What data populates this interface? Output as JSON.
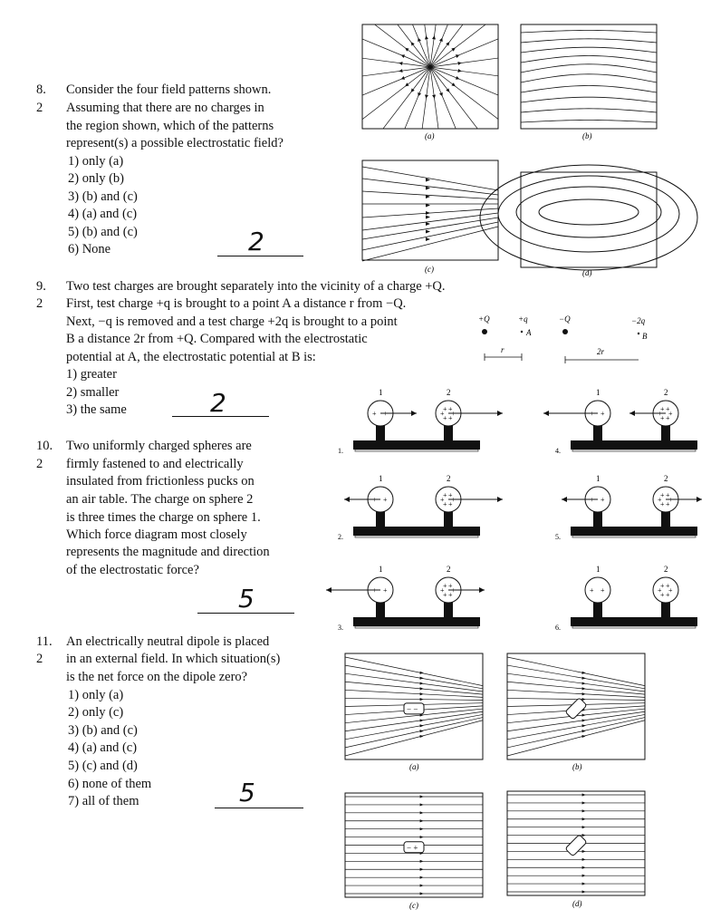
{
  "questions": [
    {
      "number": "8.",
      "points": "2",
      "lines": [
        "Consider the four field patterns shown.",
        "Assuming that there are no charges in",
        "the region shown, which of the patterns",
        "represent(s) a possible electrostatic field?"
      ],
      "options": [
        "1)  only (a)",
        "2)  only (b)",
        "3)  (b) and (c)",
        "4)  (a) and (c)",
        "5)  (b) and (c)",
        "6)  None"
      ],
      "answer": "2",
      "figure_labels": [
        "(a)",
        "(b)",
        "(c)",
        "(d)"
      ]
    },
    {
      "number": "9.",
      "points": "2",
      "lines": [
        "Two test charges are brought separately into the vicinity of a charge +Q.",
        "First, test charge +q is brought to a point A a distance r from −Q.",
        "Next, −q is removed and a test charge +2q is brought to a point",
        "B a distance 2r from +Q. Compared with the electrostatic",
        "potential at A, the electrostatic potential at B is:",
        "1) greater",
        "2) smaller",
        "3) the same"
      ],
      "answer": "2",
      "figure_labels": [
        "+Q",
        "+q",
        "A",
        "−Q",
        "−2q",
        "B",
        "r",
        "2r"
      ]
    },
    {
      "number": "10.",
      "points": "2",
      "lines": [
        "Two uniformly charged spheres are",
        "firmly fastened to and electrically",
        "insulated from frictionless pucks on",
        "an air table. The charge on sphere 2",
        "is three times the charge on sphere 1.",
        "Which force diagram most closely",
        "represents the magnitude and direction",
        "of the electrostatic force?"
      ],
      "answer": "5",
      "sphere_labels": [
        "1",
        "2"
      ],
      "diagram_labels": [
        "1.",
        "2.",
        "3.",
        "4.",
        "5.",
        "6."
      ]
    },
    {
      "number": "11.",
      "points": "2",
      "lines": [
        "An electrically neutral dipole is placed",
        "in an external field. In which situation(s)",
        "is the net force on the dipole zero?"
      ],
      "options": [
        "1)  only (a)",
        "2)  only (c)",
        "3)  (b) and (c)",
        "4)  (a) and (c)",
        "5)  (c) and (d)",
        "6)  none of them",
        "7)  all of them"
      ],
      "answer": "5",
      "figure_labels": [
        "(a)",
        "(b)",
        "(c)",
        "(d)"
      ]
    }
  ]
}
